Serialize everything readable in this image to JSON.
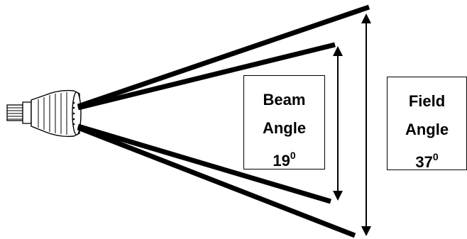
{
  "beam": {
    "label_line1": "Beam",
    "label_line2": "Angle",
    "value": "19",
    "unit": "0"
  },
  "field": {
    "label_line1": "Field",
    "label_line2": "Angle",
    "value": "37",
    "unit": "0"
  },
  "colors": {
    "ink": "#000000",
    "background": "#ffffff"
  }
}
